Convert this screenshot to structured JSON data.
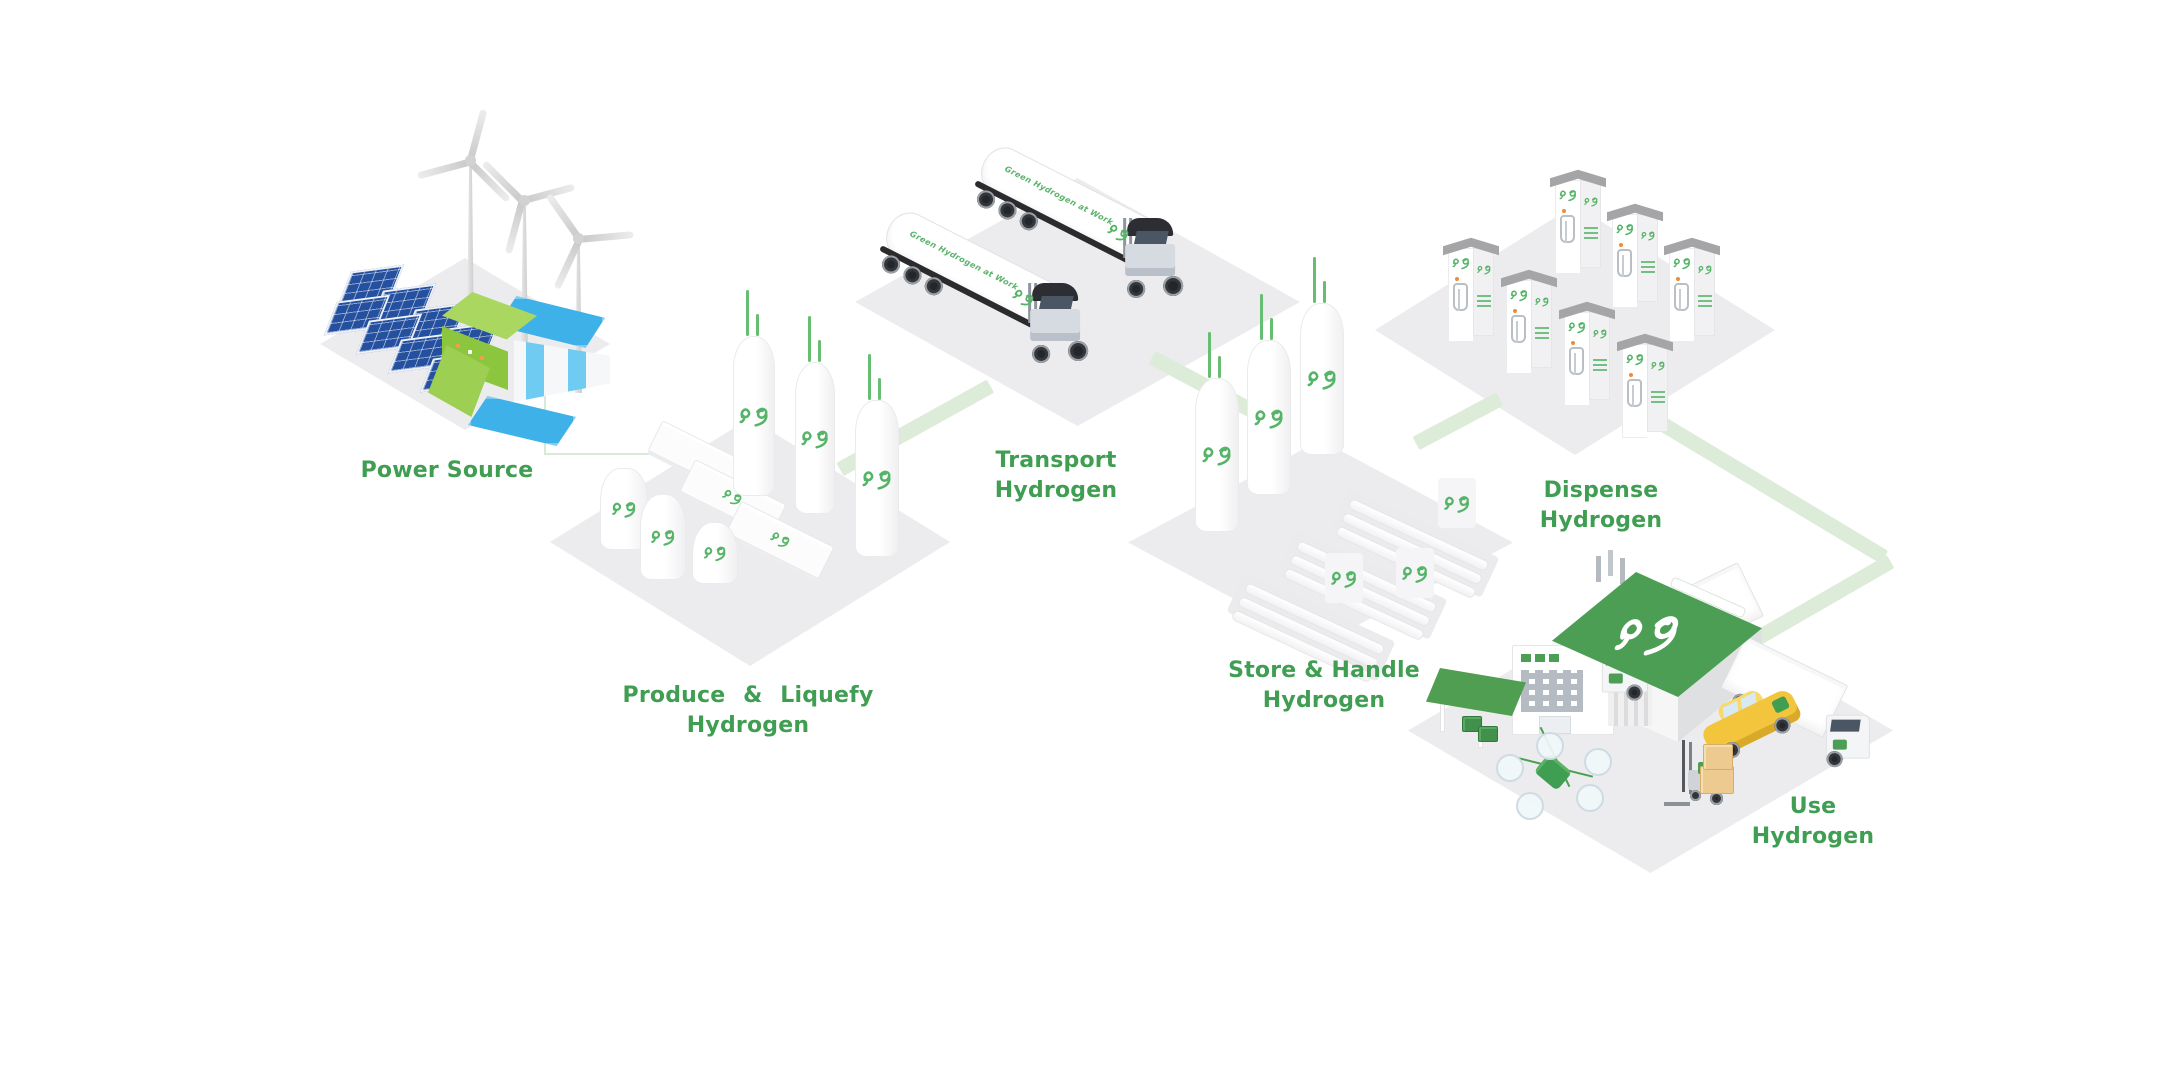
{
  "colors": {
    "label_green": "#3f9e52",
    "logo_green": "#55b467",
    "vent_green": "#67bd71",
    "band_green": "#ddecd8",
    "platform_grey": "#ececee",
    "cap_grey": "#a5a5a7",
    "roof_green": "#4b9e54",
    "building_green": "#8cc63f",
    "water_blue": "#3db1e8",
    "solar_blue": "#24509f",
    "taxi_yellow": "#f2c53d",
    "crate_tan": "#ecca90"
  },
  "sections": {
    "power_source": {
      "label": "Power Source"
    },
    "produce": {
      "label_line1": "Produce & Liquefy",
      "label_line2": "Hydrogen"
    },
    "transport": {
      "label_line1": "Transport",
      "label_line2": "Hydrogen",
      "truck_livery": "Green Hydrogen at Work"
    },
    "store": {
      "label_line1": "Store & Handle",
      "label_line2": "Hydrogen"
    },
    "dispense": {
      "label_line1": "Dispense",
      "label_line2": "Hydrogen"
    },
    "use": {
      "label_line1": "Use",
      "label_line2": "Hydrogen"
    }
  },
  "logo": {
    "name": "plug-logo"
  }
}
